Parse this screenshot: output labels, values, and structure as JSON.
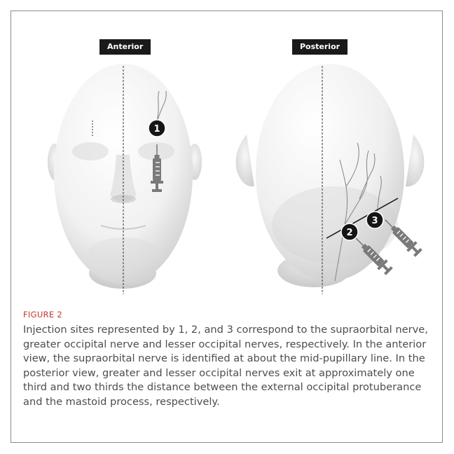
{
  "figure": {
    "label": "FIGURE 2",
    "caption": "Injection sites represented by 1, 2, and 3 correspond to the supraorbital nerve, greater occipital nerve and lesser occipital nerves, respectively. In the anterior view, the supraorbital nerve is identified at about the mid-pupillary line. In the posterior view, greater and lesser occipital nerves exit at approximately one third and two thirds the distance between the external occipital protuberance and the mastoid process, respectively."
  },
  "views": {
    "anterior": {
      "label": "Anterior"
    },
    "posterior": {
      "label": "Posterior"
    }
  },
  "markers": [
    {
      "number": "1"
    },
    {
      "number": "2"
    },
    {
      "number": "3"
    }
  ],
  "colors": {
    "head_light": "#ffffff",
    "head_shadow": "#cfcfcf",
    "marker": "#151515",
    "syringe": "#7a7a7a",
    "caption_label": "#c0392b",
    "caption_text": "#4d4d4d",
    "frame_border": "#8a8a8a"
  }
}
